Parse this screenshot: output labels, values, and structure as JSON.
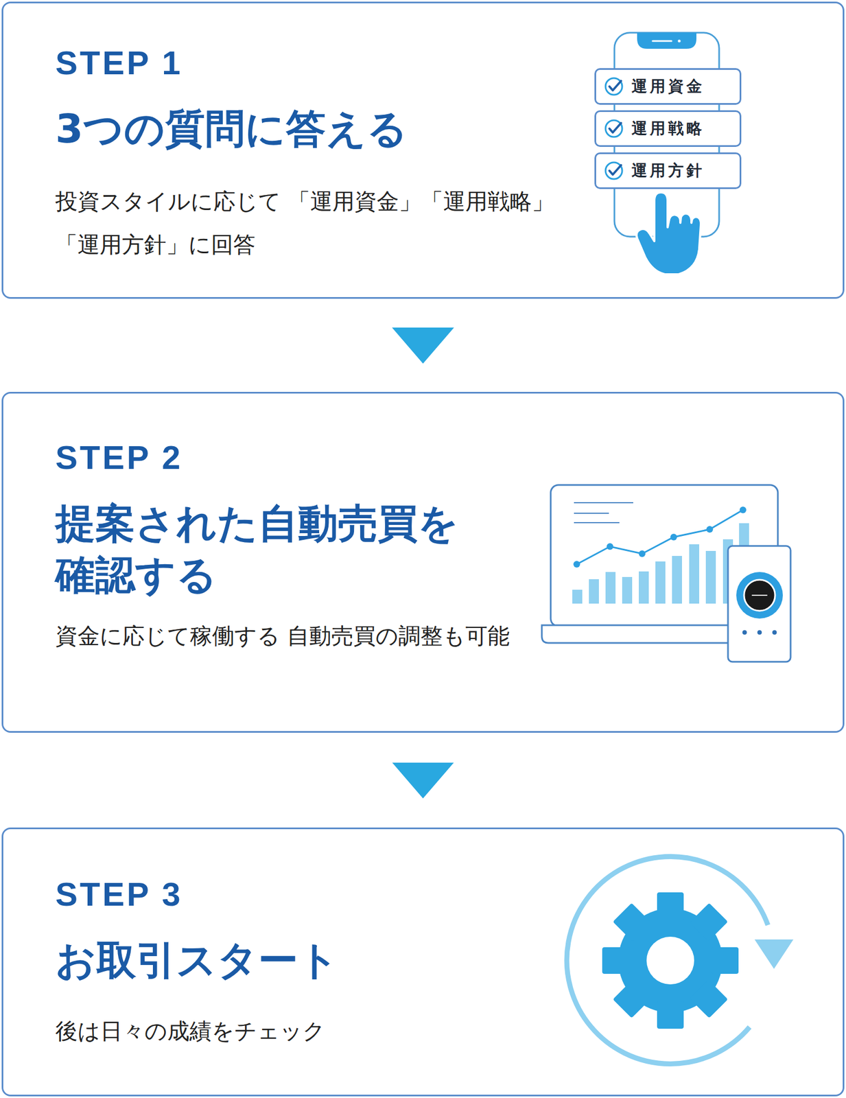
{
  "diagram": {
    "nodes": [
      {
        "text": [
          "STEP 1",
          "3つの質問に答える",
          "投資スタイルに応じて 「運用資金」「運用戦略」「運用方針」に回答"
        ]
      },
      {
        "text": [
          "運用資金"
        ],
        "in": 0
      },
      {
        "text": [
          "運用戦略"
        ],
        "in": 0
      },
      {
        "text": [
          "運用方針"
        ],
        "in": 0
      },
      {
        "text": [
          "STEP 2",
          "提案された自動売買を 確認する",
          "資金に応じて稼働する 自動売買の調整も可能"
        ]
      },
      {
        "text": [
          "STEP 3",
          "お取引スタート",
          "後は日々の成績をチェック"
        ]
      }
    ],
    "edges": [
      {
        "from": 0,
        "to": 4,
        "arrow": "to"
      },
      {
        "from": 4,
        "to": 5,
        "arrow": "to"
      }
    ]
  }
}
